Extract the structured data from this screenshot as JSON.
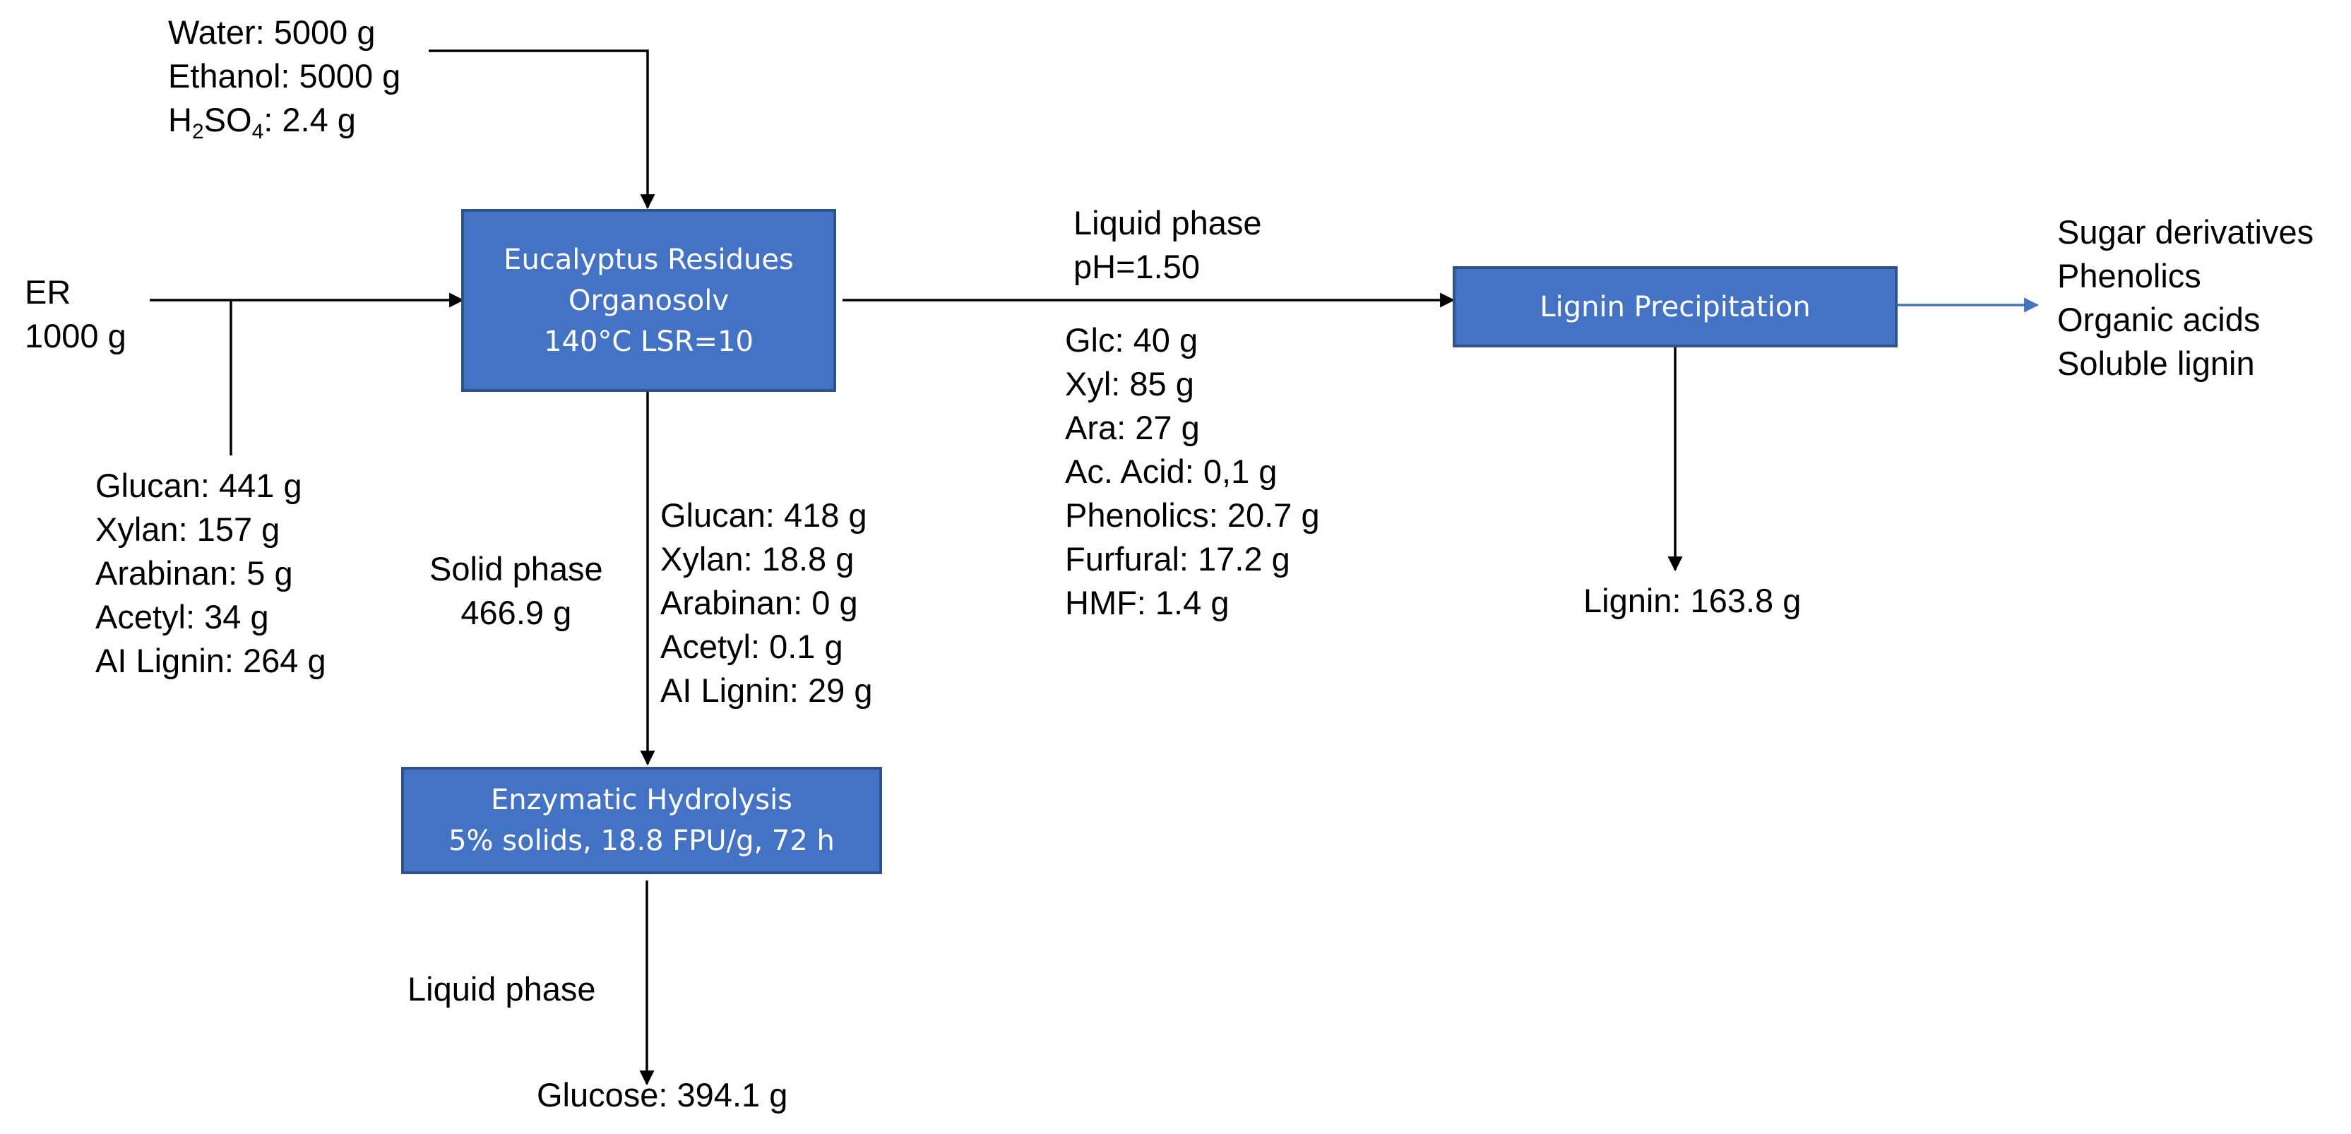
{
  "inputs": {
    "water": "Water: 5000 g",
    "ethanol": "Ethanol: 5000 g",
    "acid_prefix": "H",
    "acid_sub1": "2",
    "acid_mid": "SO",
    "acid_sub2": "4",
    "acid_suffix": ": 2.4 g"
  },
  "feed": {
    "label": "ER",
    "mass": "1000 g",
    "composition": [
      "Glucan: 441 g",
      "Xylan: 157 g",
      "Arabinan: 5 g",
      "Acetyl: 34 g",
      "AI Lignin: 264 g"
    ]
  },
  "organosolv": {
    "title": "Eucalyptus Residues",
    "subtitle": "Organosolv",
    "conditions": "140°C  LSR=10"
  },
  "solid_phase": {
    "label": "Solid phase",
    "mass": "466.9 g",
    "composition": [
      "Glucan: 418 g",
      "Xylan: 18.8 g",
      "Arabinan: 0 g",
      "Acetyl: 0.1 g",
      "AI Lignin: 29 g"
    ]
  },
  "liquid_phase_1": {
    "label": "Liquid phase",
    "ph": "pH=1.50",
    "composition": [
      "Glc: 40 g",
      "Xyl: 85 g",
      "Ara: 27 g",
      "Ac. Acid: 0,1 g",
      "Phenolics: 20.7 g",
      "Furfural: 17.2 g",
      "HMF: 1.4 g"
    ]
  },
  "lignin_precipitation": {
    "title": "Lignin Precipitation"
  },
  "products": [
    "Sugar derivatives",
    "Phenolics",
    "Organic acids",
    "Soluble lignin"
  ],
  "lignin_output": "Lignin: 163.8 g",
  "enzymatic_hydrolysis": {
    "title": "Enzymatic Hydrolysis",
    "conditions": "5% solids, 18.8 FPU/g, 72 h"
  },
  "liquid_phase_2": {
    "label": "Liquid phase"
  },
  "glucose_output": "Glucose: 394.1 g",
  "colors": {
    "box_fill": "#4472c4",
    "box_border": "#2f528f",
    "arrow_black": "#000000",
    "arrow_blue": "#4472c4"
  }
}
